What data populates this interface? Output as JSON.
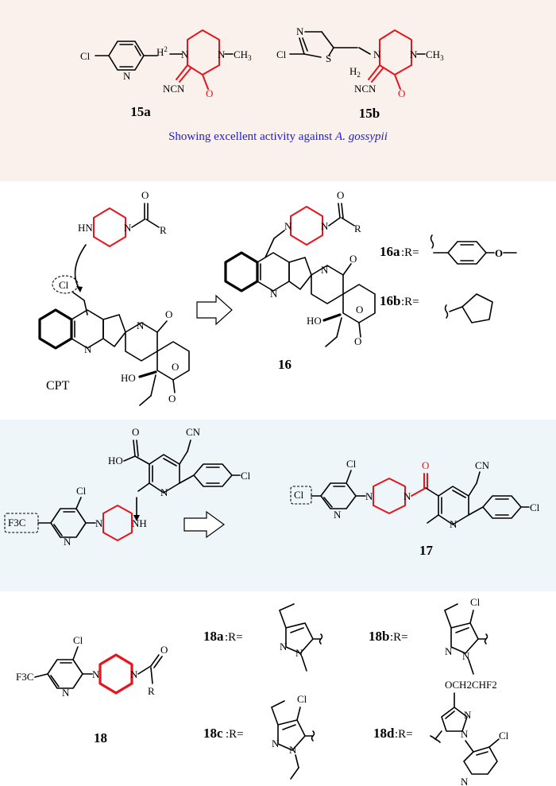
{
  "panel1": {
    "compound_a": "15a",
    "compound_b": "15b",
    "note_prefix": "Showing excellent activity against ",
    "note_species": "A. gossypii",
    "atoms": {
      "cl": "Cl",
      "n": "N",
      "h2": "H2",
      "ch3": "CH3",
      "ncn": "NCN",
      "o": "O",
      "s": "S"
    }
  },
  "panel2": {
    "cpt_label": "CPT",
    "product_label": "16",
    "r16a": "16a",
    "r16b": "16b",
    "r_eq": ":R=",
    "atoms": {
      "hn": "HN",
      "n": "N",
      "r": "R",
      "o": "O",
      "cl": "Cl",
      "ho": "HO"
    }
  },
  "panel3": {
    "product_label": "17",
    "atoms": {
      "cl": "Cl",
      "f3c": "F3C",
      "n": "N",
      "nh": "NH",
      "ho": "HO",
      "o": "O",
      "cn": "CN"
    }
  },
  "panel4": {
    "product_label": "18",
    "r18a": "18a",
    "r18b": "18b",
    "r18c": "18c",
    "r18d": "18d",
    "r_eq": ":R=",
    "ochf2": "OCH2CHF2",
    "atoms": {
      "cl": "Cl",
      "f3c": "F3C",
      "n": "N",
      "o": "O",
      "r": "R"
    }
  },
  "colors": {
    "red": "#e8141c",
    "blue": "#1c1cd6",
    "panel1_bg": "#fbf1ec",
    "panel3_bg": "#eff6fa"
  }
}
